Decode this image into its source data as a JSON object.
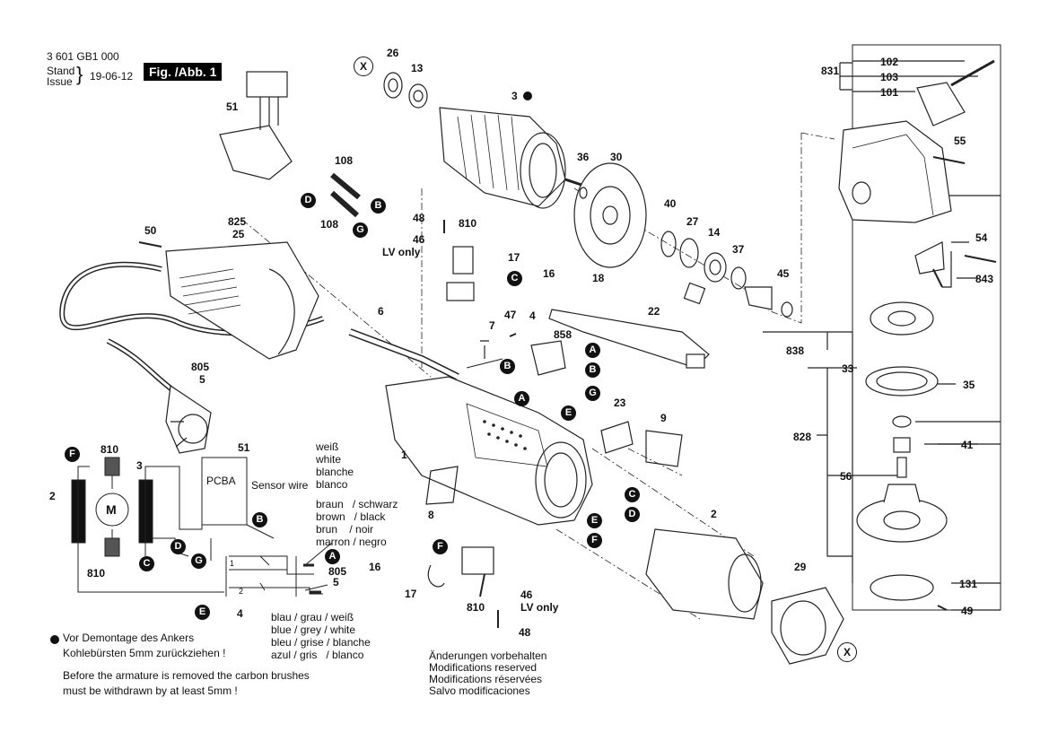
{
  "header": {
    "doc_number": "3 601 GB1 000",
    "stand": "Stand",
    "issue": "Issue",
    "brace": "}",
    "date": "19-06-12",
    "fig_label": "Fig. /Abb. 1"
  },
  "parts": {
    "p26": "26",
    "p13": "13",
    "p3": "3",
    "p36": "36",
    "p30": "30",
    "p40": "40",
    "p27": "27",
    "p14": "14",
    "p37": "37",
    "p45": "45",
    "p831": "831",
    "p102": "102",
    "p103": "103",
    "p101": "101",
    "p55": "55",
    "p54": "54",
    "p843": "843",
    "p51": "51",
    "p108a": "108",
    "p108b": "108",
    "p48a": "48",
    "p810a": "810",
    "p46a": "46",
    "p17a": "17",
    "p16a": "16",
    "p18": "18",
    "p22": "22",
    "p825": "825",
    "p25": "25",
    "p50": "50",
    "p6": "6",
    "p7": "7",
    "p47": "47",
    "p4": "4",
    "p858": "858",
    "p838": "838",
    "p33": "33",
    "p35": "35",
    "p828": "828",
    "p41": "41",
    "p56": "56",
    "p131": "131",
    "p49": "49",
    "p805": "805",
    "p5": "5",
    "p1": "1",
    "p8": "8",
    "p23": "23",
    "p9": "9",
    "p2": "2",
    "p29": "29",
    "p16b": "16",
    "p17b": "17",
    "p46b": "46",
    "p810b": "810",
    "p48b": "48"
  },
  "lv_only": "LV only",
  "letters": {
    "A": "A",
    "B": "B",
    "C": "C",
    "D": "D",
    "E": "E",
    "F": "F",
    "G": "G",
    "X": "X"
  },
  "wiring": {
    "p810a": "810",
    "p3": "3",
    "p2": "2",
    "p810b": "810",
    "p51": "51",
    "pcba": "PCBA",
    "sensor": "Sensor wire",
    "white": [
      "weiß",
      "white",
      "blanche",
      "blanco"
    ],
    "brown": [
      "braun   / schwarz",
      "brown   / black",
      "brun    / noir",
      "marron / negro"
    ],
    "blue": [
      "blau / grau / weiß",
      "blue / grey / white",
      "bleu / grise / blanche",
      "azul / gris   / blanco"
    ],
    "p4": "4",
    "p805": "805",
    "p5": "5",
    "motor": "M",
    "sw1": "1",
    "sw2": "2"
  },
  "notes": {
    "de": "Vor Demontage des Ankers",
    "de2": "Kohlebürsten 5mm zurückziehen !",
    "en": "Before the armature is removed the carbon brushes",
    "en2": "must be withdrawn by at least 5mm !",
    "mod": [
      "Änderungen vorbehalten",
      "Modifications reserved",
      "Modifications réservées",
      "Salvo modificaciones"
    ]
  }
}
